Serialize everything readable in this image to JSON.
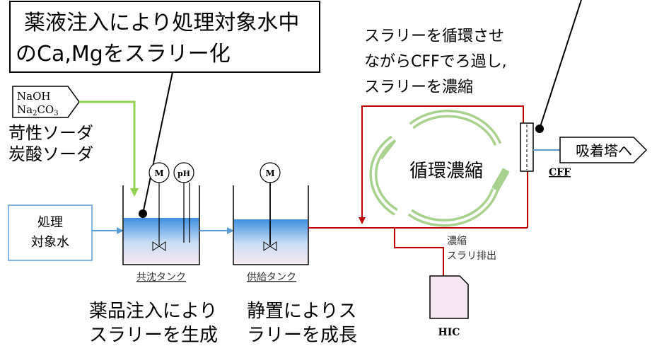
{
  "callout_top": {
    "line1": "薬液注入により処理対象水中",
    "line2": "のCa,Mgをスラリー化"
  },
  "chem_tag": {
    "line1": "NaOH",
    "line2_prefix": "Na",
    "line2_sub1": "2",
    "line2_mid": "CO",
    "line2_sub2": "3"
  },
  "chem_names": {
    "line1": "苛性ソーダ",
    "line2": "炭酸ソーダ"
  },
  "feed_box": {
    "line1": "処理",
    "line2": "対象水"
  },
  "recirc_note": {
    "line1": "スラリーを循環させ",
    "line2": "ながらCFFでろ過し,",
    "line3": "スラリーを濃縮"
  },
  "cycle_label": "循環濃縮",
  "tank1": {
    "label": "共沈タンク",
    "motor": "M",
    "ph": "pH"
  },
  "tank2": {
    "label": "供給タンク",
    "motor": "M"
  },
  "cff_label": "CFF",
  "adsorber_tag": "吸着塔へ",
  "discharge": {
    "line1": "濃縮",
    "line2": "スラリ排出"
  },
  "hic_label": "HIC",
  "bottom_notes": {
    "left_line1": "薬品注入により",
    "left_line2": "スラリーを生成",
    "right_line1": "静置によりス",
    "right_line2": "ラリーを成長"
  },
  "colors": {
    "red_line": "#c00000",
    "blue_line": "#5b9bd5",
    "green_line": "#92d050",
    "water_top": "#3d8fe0",
    "water_bottom": "#f4e6ef",
    "hic_fill": "#f6e6f2",
    "cycle": "#a9d18e"
  }
}
